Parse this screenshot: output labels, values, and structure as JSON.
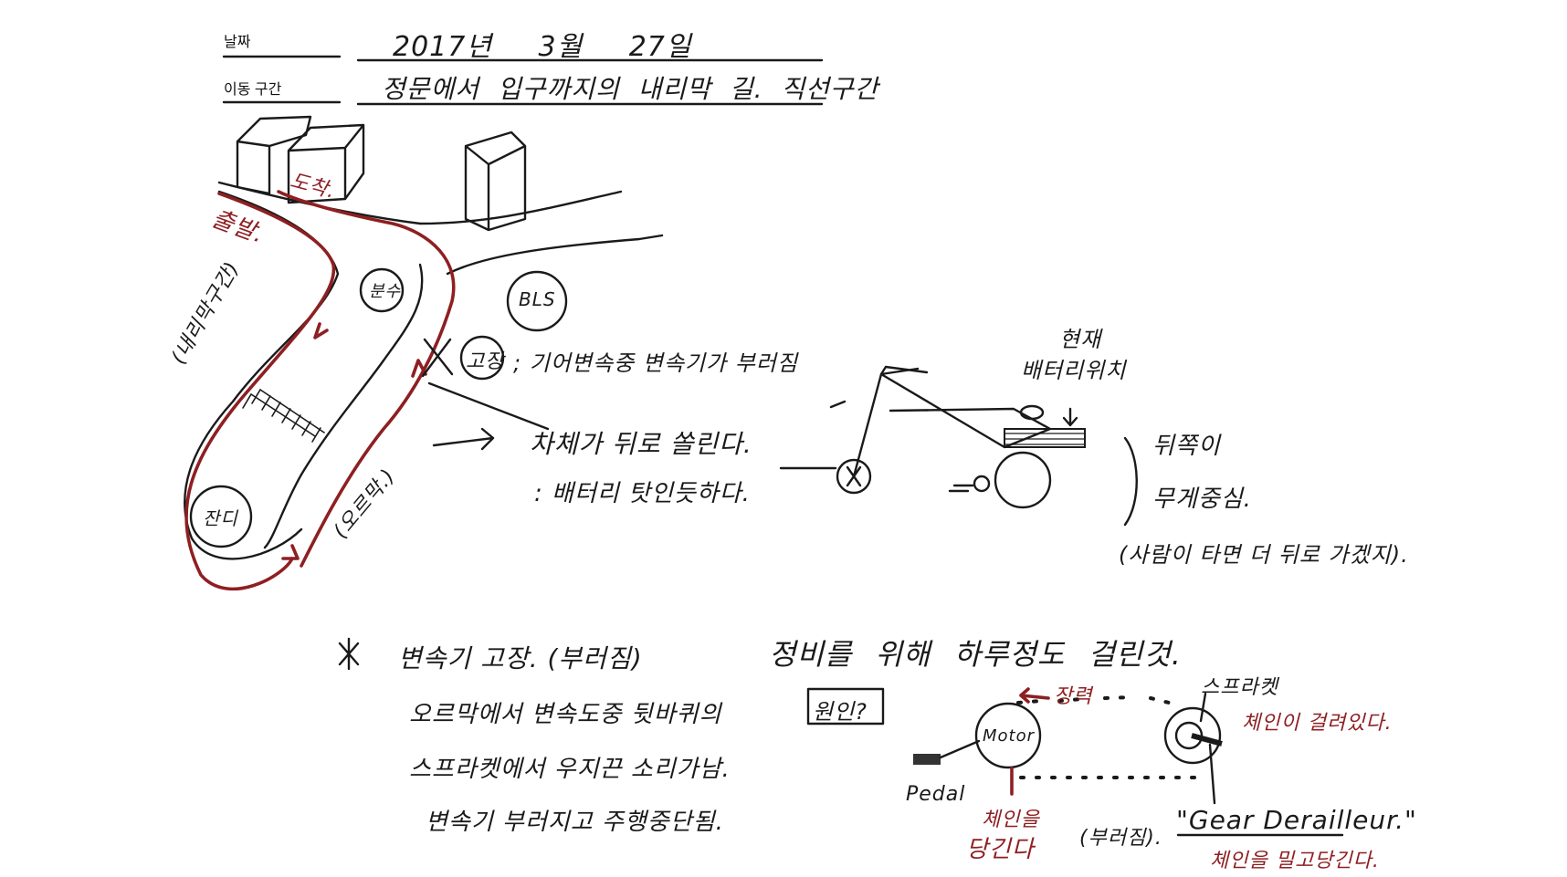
{
  "header": {
    "date_label": "날짜",
    "date_value": "2017년 3월 27일",
    "route_label": "이동 구간",
    "route_value": "정문에서 입구까지의 내리막 길. 직선구간"
  },
  "map": {
    "start": "출발.",
    "arrival": "도착.",
    "lawn": "잔디",
    "downhill": "(내리막구간)",
    "uphill": "(오르막.)",
    "waterfall": "분수",
    "bldg": "BLS",
    "fault_marker": "고장",
    "fault_desc": "; 기어변속중 변속기가 부러짐"
  },
  "effect": {
    "line1": "차체가 뒤로 쏠린다.",
    "line2": ": 배터리 탓인듯하다."
  },
  "bike": {
    "battery_title": "현재",
    "battery_pos": "배터리위치",
    "center1": "뒤쪽이",
    "center2": "무게중심.",
    "note": "(사람이 타면 더 뒤로 가겠지)."
  },
  "failure": {
    "title": "변속기 고장. (부러짐)",
    "line1": "오르막에서 변속도중 뒷바퀴의",
    "line2": "스프라켓에서 우지끈 소리가남.",
    "line3": "변속기 부러지고 주행중단됨."
  },
  "repair": {
    "title": "정비를 위해 하루정도 걸린것.",
    "cause": "원인?",
    "tension": "장력",
    "sprocket": "스프라켓",
    "chain_caught": "체인이 걸려있다.",
    "motor": "Motor",
    "pedal": "Pedal",
    "chain_pull1": "체인을",
    "chain_pull2": "당긴다",
    "broken": "(부러짐).",
    "derailleur": "\"Gear Derailleur.\"",
    "chain_push": "체인을 밀고당긴다."
  },
  "colors": {
    "ink": "#1a1a1a",
    "red_ink": "#8e1f22"
  }
}
